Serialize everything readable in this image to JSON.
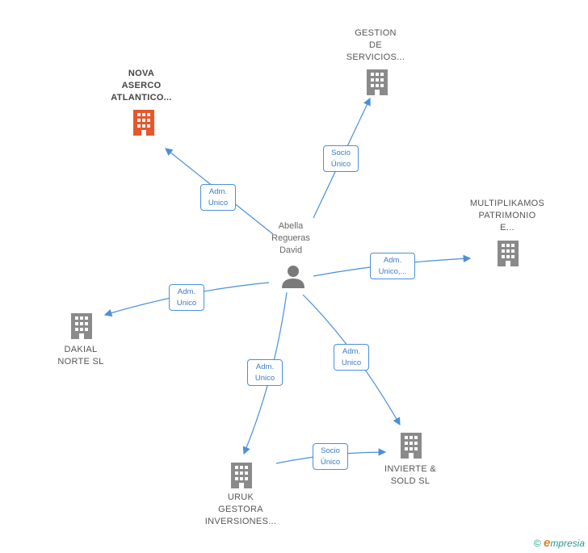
{
  "person": {
    "name": "Abella\nRegueras\nDavid"
  },
  "companies": [
    {
      "id": "nova",
      "name": "NOVA\nASERCO\nATLANTICO...",
      "highlight": true
    },
    {
      "id": "gestion",
      "name": "GESTION\nDE\nSERVICIOS..."
    },
    {
      "id": "multiplikamos",
      "name": "MULTIPLIKAMOS\nPATRIMONIO\nE..."
    },
    {
      "id": "dakial",
      "name": "DAKIAL\nNORTE SL"
    },
    {
      "id": "uruk",
      "name": "URUK\nGESTORA\nINVERSIONES..."
    },
    {
      "id": "invierte",
      "name": "INVIERTE &\nSOLD SL"
    }
  ],
  "relations": [
    {
      "to": "nova",
      "label": "Adm.\nUnico"
    },
    {
      "to": "gestion",
      "label": "Socio\nÚnico"
    },
    {
      "to": "multiplikamos",
      "label": "Adm.\nUnico,..."
    },
    {
      "to": "dakial",
      "label": "Adm.\nUnico"
    },
    {
      "to": "uruk",
      "label": "Adm.\nUnico"
    },
    {
      "to": "invierte",
      "label": "Adm.\nUnico"
    },
    {
      "from": "uruk",
      "to": "invierte",
      "label": "Socio\nÚnico"
    }
  ],
  "colors": {
    "edge": "#4a90d9",
    "building": "#8a8a8a",
    "building_highlight": "#e8562a",
    "person": "#7a7a7a"
  },
  "footer": {
    "copyright": "©",
    "brand_e": "e",
    "brand_rest": "mpresia"
  }
}
